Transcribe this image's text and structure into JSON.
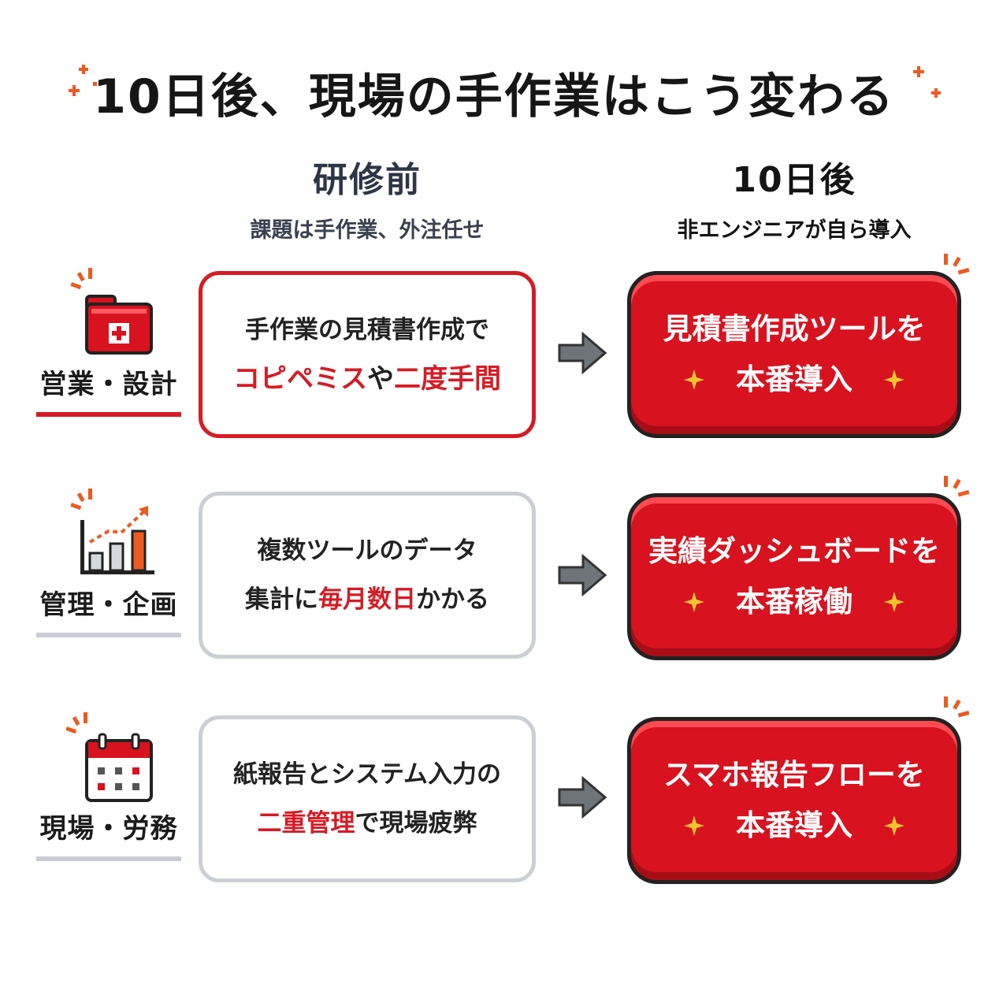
{
  "title": "10日後、現場の手作業はこう変わる",
  "columns": {
    "before": {
      "heading": "研修前",
      "subheading": "課題は手作業、外注任せ"
    },
    "after": {
      "heading": "10日後",
      "subheading": "非エンジニアが自ら導入"
    }
  },
  "rows": [
    {
      "category": "営業・設計",
      "icon": "folder-plus-icon",
      "before_line1": "手作業の見積書作成で",
      "before_line2_hl1": "コピペミス",
      "before_line2_mid": "や",
      "before_line2_hl2": "二度手間",
      "after_line1": "見積書作成ツールを",
      "after_line2": "本番導入"
    },
    {
      "category": "管理・企画",
      "icon": "bar-chart-icon",
      "before_line1": "複数ツールのデータ",
      "before_line2_pre": "集計に",
      "before_line2_hl": "毎月数日",
      "before_line2_post": "かかる",
      "after_line1": "実績ダッシュボードを",
      "after_line2": "本番稼働"
    },
    {
      "category": "現場・労務",
      "icon": "calendar-icon",
      "before_line1": "紙報告とシステム入力の",
      "before_line2_hl": "二重管理",
      "before_line2_post": "で現場疲弊",
      "after_line1": "スマホ報告フローを",
      "after_line2": "本番導入"
    }
  ],
  "colors": {
    "accent_red": "#d8121f",
    "highlight_red": "#d61b24",
    "sparkle_orange": "#ee5a1f",
    "gold_star": "#f4c430"
  }
}
